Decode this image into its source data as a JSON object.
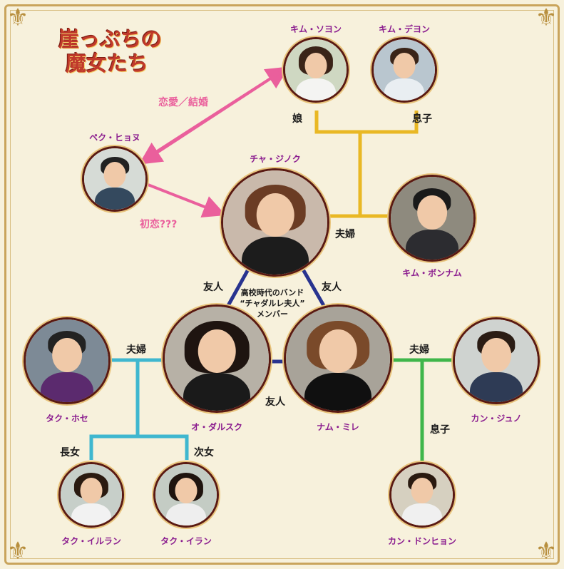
{
  "logo": {
    "line1": "崖っぷちの",
    "line2": "魔女たち"
  },
  "colors": {
    "gold": "#e9b824",
    "navy": "#28338f",
    "cyan": "#3fb7cf",
    "green": "#3fb64a",
    "pink": "#ea5f9c",
    "name_purple": "#8b1d8f"
  },
  "people": {
    "kim_soyon": "キム・ソヨン",
    "kim_deyon": "キム・デヨン",
    "peku_hyonu": "ペク・ヒョヌ",
    "cha_jinoku": "チャ・ジノク",
    "kim_bonnamu": "キム・ボンナム",
    "taku_hose": "タク・ホセ",
    "o_darusuku": "オ・ダルスク",
    "namu_mire": "ナム・ミレ",
    "kan_juno": "カン・ジュノ",
    "taku_iruran": "タク・イルラン",
    "taku_iran": "タク・イラン",
    "kan_donhyon": "カン・ドンヒョン"
  },
  "relations": {
    "musume": "娘",
    "musuko_top": "息子",
    "fuufu_kim": "夫婦",
    "renai": "恋愛／結婚",
    "hatsukoi": "初恋???",
    "yuujin_left": "友人",
    "yuujin_right": "友人",
    "yuujin_bottom": "友人",
    "fuufu_taku": "夫婦",
    "fuufu_kan": "夫婦",
    "chojo": "長女",
    "jijo": "次女",
    "musuko_kan": "息子"
  },
  "band_note": {
    "line1": "高校時代のバンド",
    "line2": "“チャダルレ夫人”",
    "line3": "メンバー"
  }
}
